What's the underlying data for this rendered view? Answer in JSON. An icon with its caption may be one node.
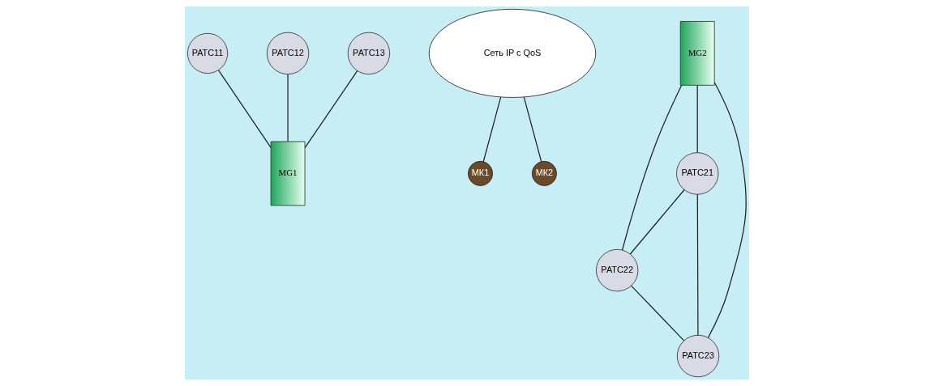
{
  "diagram": {
    "nodes": [
      {
        "text": [
          "РАТС11"
        ]
      },
      {
        "text": [
          "РАТС12"
        ]
      },
      {
        "text": [
          "РАТС13"
        ]
      },
      {
        "text": [
          "MG1"
        ]
      },
      {
        "text": [
          "Сеть IP с QoS"
        ]
      },
      {
        "text": [
          "MG2"
        ]
      },
      {
        "text": [
          "РАТС21"
        ]
      },
      {
        "text": [
          "РАТС22"
        ]
      },
      {
        "text": [
          "РАТС23"
        ]
      },
      {
        "text": [
          "МК1"
        ]
      },
      {
        "text": [
          "МК2"
        ]
      }
    ],
    "edges": [
      {
        "from": 0,
        "to": 3,
        "arrow": "none"
      },
      {
        "from": 1,
        "to": 3,
        "arrow": "none"
      },
      {
        "from": 2,
        "to": 3,
        "arrow": "none"
      },
      {
        "from": 5,
        "to": 6,
        "arrow": "none"
      },
      {
        "from": 5,
        "to": 7,
        "arrow": "none"
      },
      {
        "from": 5,
        "to": 8,
        "arrow": "none"
      },
      {
        "from": 6,
        "to": 7,
        "arrow": "none"
      },
      {
        "from": 6,
        "to": 8,
        "arrow": "none"
      },
      {
        "from": 7,
        "to": 8,
        "arrow": "none"
      },
      {
        "from": 4,
        "to": 9,
        "arrow": "none"
      },
      {
        "from": 4,
        "to": 10,
        "arrow": "none"
      }
    ]
  }
}
